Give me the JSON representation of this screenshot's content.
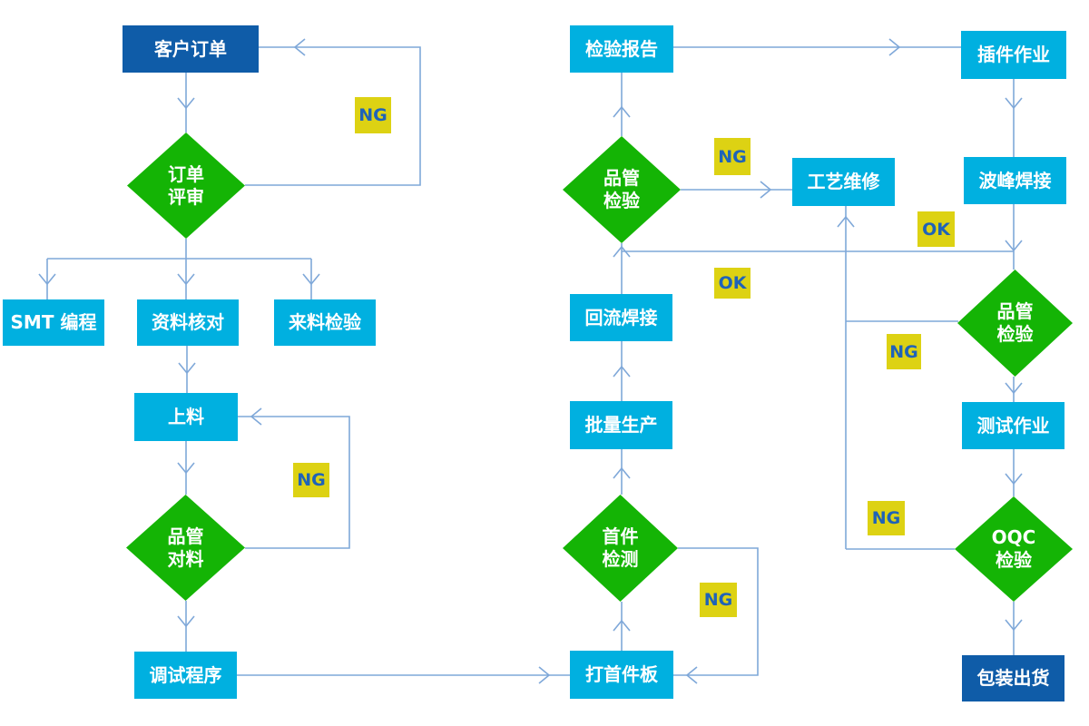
{
  "diagram": {
    "kind": "flowchart",
    "colors": {
      "process_box": "#00b0e0",
      "terminal_box": "#0f5ca8",
      "decision_diamond": "#14b405",
      "label_badge": "#ddd213",
      "badge_text": "#1f63b8",
      "connector": "#7fa8d9",
      "node_text": "#ffffff",
      "background": "#ffffff"
    },
    "nodes": {
      "customer_order": {
        "label": "客户订单",
        "shape": "terminal"
      },
      "order_review": {
        "label": "订单\n评审",
        "shape": "decision"
      },
      "smt_programming": {
        "label": "SMT 编程",
        "shape": "process"
      },
      "data_check": {
        "label": "资料核对",
        "shape": "process"
      },
      "incoming_inspection": {
        "label": "来料检验",
        "shape": "process"
      },
      "loading": {
        "label": "上料",
        "shape": "process"
      },
      "qc_material_check": {
        "label": "品管\n对料",
        "shape": "decision"
      },
      "debug_program": {
        "label": "调试程序",
        "shape": "process"
      },
      "first_board": {
        "label": "打首件板",
        "shape": "process"
      },
      "first_article_inspection": {
        "label": "首件\n检测",
        "shape": "decision"
      },
      "mass_production": {
        "label": "批量生产",
        "shape": "process"
      },
      "reflow_soldering": {
        "label": "回流焊接",
        "shape": "process"
      },
      "qc_inspection_1": {
        "label": "品管\n检验",
        "shape": "decision"
      },
      "inspection_report": {
        "label": "检验报告",
        "shape": "process"
      },
      "process_repair": {
        "label": "工艺维修",
        "shape": "process"
      },
      "tht_assembly": {
        "label": "插件作业",
        "shape": "process"
      },
      "wave_soldering": {
        "label": "波峰焊接",
        "shape": "process"
      },
      "qc_inspection_2": {
        "label": "品管\n检验",
        "shape": "decision"
      },
      "test_operation": {
        "label": "测试作业",
        "shape": "process"
      },
      "oqc_inspection": {
        "label": "OQC\n检验",
        "shape": "decision"
      },
      "packing_shipping": {
        "label": "包装出货",
        "shape": "terminal"
      }
    },
    "badges": {
      "ng_order_review": "NG",
      "ng_material_check": "NG",
      "ng_first_article": "NG",
      "ng_qc1": "NG",
      "ok_qc1": "OK",
      "ok_wave": "OK",
      "ng_qc2": "NG",
      "ng_oqc": "NG"
    },
    "edges": [
      {
        "from": "customer_order",
        "to": "order_review"
      },
      {
        "from": "order_review",
        "to": "customer_order",
        "label": "NG"
      },
      {
        "from": "order_review",
        "to": "smt_programming"
      },
      {
        "from": "order_review",
        "to": "data_check"
      },
      {
        "from": "order_review",
        "to": "incoming_inspection"
      },
      {
        "from": "data_check",
        "to": "loading"
      },
      {
        "from": "loading",
        "to": "qc_material_check"
      },
      {
        "from": "qc_material_check",
        "to": "loading",
        "label": "NG"
      },
      {
        "from": "qc_material_check",
        "to": "debug_program"
      },
      {
        "from": "debug_program",
        "to": "first_board"
      },
      {
        "from": "first_board",
        "to": "first_article_inspection"
      },
      {
        "from": "first_article_inspection",
        "to": "first_board",
        "label": "NG"
      },
      {
        "from": "first_article_inspection",
        "to": "mass_production"
      },
      {
        "from": "mass_production",
        "to": "reflow_soldering"
      },
      {
        "from": "reflow_soldering",
        "to": "qc_inspection_1"
      },
      {
        "from": "qc_inspection_1",
        "to": "inspection_report",
        "label": "OK"
      },
      {
        "from": "qc_inspection_1",
        "to": "process_repair",
        "label": "NG"
      },
      {
        "from": "inspection_report",
        "to": "tht_assembly"
      },
      {
        "from": "tht_assembly",
        "to": "wave_soldering"
      },
      {
        "from": "wave_soldering",
        "to": "qc_inspection_2",
        "label": "OK"
      },
      {
        "from": "qc_inspection_2",
        "to": "process_repair",
        "label": "NG"
      },
      {
        "from": "qc_inspection_2",
        "to": "test_operation"
      },
      {
        "from": "test_operation",
        "to": "oqc_inspection"
      },
      {
        "from": "oqc_inspection",
        "to": "process_repair",
        "label": "NG"
      },
      {
        "from": "oqc_inspection",
        "to": "packing_shipping"
      }
    ]
  }
}
